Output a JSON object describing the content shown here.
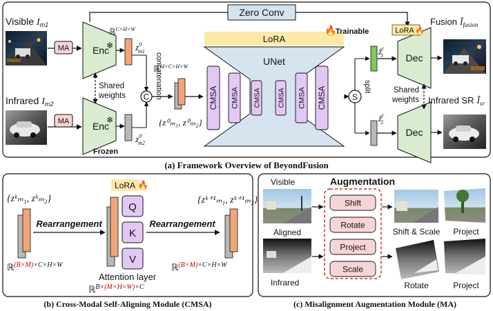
{
  "panel_a": {
    "caption": "(a) Framework Overview of BeyondFusion",
    "visible_label": "Visible",
    "visible_sym": "I",
    "visible_sub": "m1",
    "infrared_label": "Infrared",
    "infrared_sym": "I",
    "infrared_sub": "m2",
    "ma1": "MA",
    "ma2": "MA",
    "enc1": "Enc",
    "enc2": "Enc",
    "shared_weights_1a": "Shared",
    "shared_weights_1b": "weights",
    "frozen": "Frozen",
    "space1": "ℝ",
    "space1_sup": "C×H×W",
    "z1": "z",
    "z1_sup": "0",
    "z1_sub": "m1",
    "z2": "z",
    "z2_sup": "0",
    "z2_sub": "m2",
    "concat_label": "concatenation",
    "concat_symbol": "C",
    "space2": "ℝ",
    "space2_sup": "M×C×H×W",
    "zset": "{z⁰ₘ₁, z⁰ₘ₂}",
    "zero_conv": "Zero Conv",
    "lora": "LoRA",
    "trainable": "Trainable",
    "unet": "UNet",
    "cmsa_blocks": [
      "CMSA",
      "CMSA",
      "CMSA",
      "CMSA",
      "CMSA",
      "CMSA"
    ],
    "split_symbol": "S",
    "split_label": "split",
    "zhat1": "ẑ",
    "zhat1_sup": "t",
    "zhat1_sub": "1",
    "zhat2": "ẑ",
    "zhat2_sup": "t",
    "zhat2_sub": "2",
    "shared_weights_2a": "Shared",
    "shared_weights_2b": "weights",
    "lora_small": "LoRA",
    "dec1": "Dec",
    "dec2": "Dec",
    "fusion_label": "Fusion",
    "fusion_sym": "Î",
    "fusion_sub": "fusion",
    "sr_label": "Infrared SR",
    "sr_sym": "Î",
    "sr_sub": "sr"
  },
  "panel_b": {
    "caption": "(b) Cross-Modal Self-Aligning Module (CMSA)",
    "zk_in": "{zᵏₘ₁, zᵏₘ₂}",
    "rearr1": "Rearrangement",
    "rearr2": "Rearrangement",
    "lora": "LoRA",
    "q": "Q",
    "k": "K",
    "v": "V",
    "zk_out": "{zᵏ⁺¹ₘ₁, zᵏ⁺¹ₘ₂}",
    "space_in_r": "ℝ",
    "space_in_sup_red": "(B×M)",
    "space_in_sup_rest": "×C×H×W",
    "attn": "Attention layer",
    "space_mid_r": "ℝ",
    "space_mid_sup_a": "B×",
    "space_mid_sup_red": "(M×H×W)",
    "space_mid_sup_b": "×C",
    "space_out_r": "ℝ",
    "space_out_sup_red": "(B×M)",
    "space_out_sup_rest": "×C×H×W"
  },
  "panel_c": {
    "caption": "(c) Misalignment Augmentation Module (MA)",
    "title": "Augmentation",
    "visible": "Visible",
    "aligned": "Aligned",
    "infrared": "Infrared",
    "ops": [
      "Shift",
      "Rotate",
      "Project",
      "Scale"
    ],
    "shift_scale": "Shift & Scale",
    "project_top": "Project",
    "rotate": "Rotate",
    "project_bottom": "Project"
  },
  "colors": {
    "green_enc": "#d9ecd0",
    "pink": "#f8d5d5",
    "orange_feat": "#f0a678",
    "gray_feat": "#b8b8b8",
    "unet_blue": "#d6e4f0",
    "cmsa_purple": "#e3c8f5",
    "lora_yellow": "#fde9a6",
    "green_feat": "#7fc95a",
    "red": "#c80000",
    "purple_text": "#7030a0",
    "frozen_blue": "#1ea0e0"
  }
}
